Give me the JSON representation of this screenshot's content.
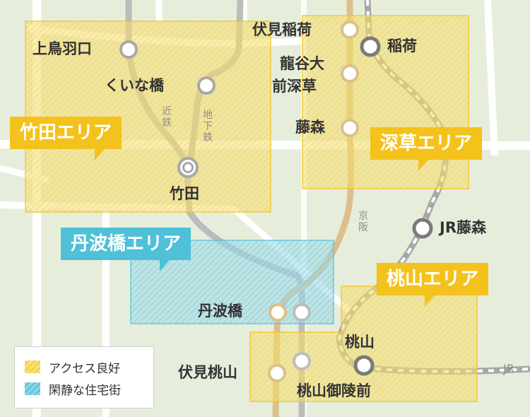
{
  "colors": {
    "background": "#e6eedb",
    "good_access": "#f3c21c",
    "quiet_residential": "#4fc0d8",
    "keihan_line": "#dcc08b",
    "jr_line": "#a8a8a8",
    "road": "#ffffff"
  },
  "stations": {
    "kamitobaguchi": "上鳥羽口",
    "kuinabashi": "くいな橋",
    "takeda": "竹田",
    "fushimi_inari": "伏見稲荷",
    "inari": "稲荷",
    "ryukokudai_maefukakusa_1": "龍谷大",
    "ryukokudai_maefukakusa_2": "前深草",
    "fujinomori": "藤森",
    "jr_fujinomori": "JR藤森",
    "tambabashi": "丹波橋",
    "momoyama": "桃山",
    "fushimi_momoyama": "伏見桃山",
    "momoyama_goryomae": "桃山御陵前"
  },
  "lines": {
    "kintetsu": "近鉄",
    "subway": "地下鉄",
    "keihan": "京阪",
    "jr": "JR"
  },
  "areas": {
    "takeda": "竹田エリア",
    "fukakusa": "深草エリア",
    "tambabashi": "丹波橋エリア",
    "momoyama": "桃山エリア"
  },
  "legend": {
    "good_access": "アクセス良好",
    "quiet_residential": "閑静な住宅街"
  }
}
